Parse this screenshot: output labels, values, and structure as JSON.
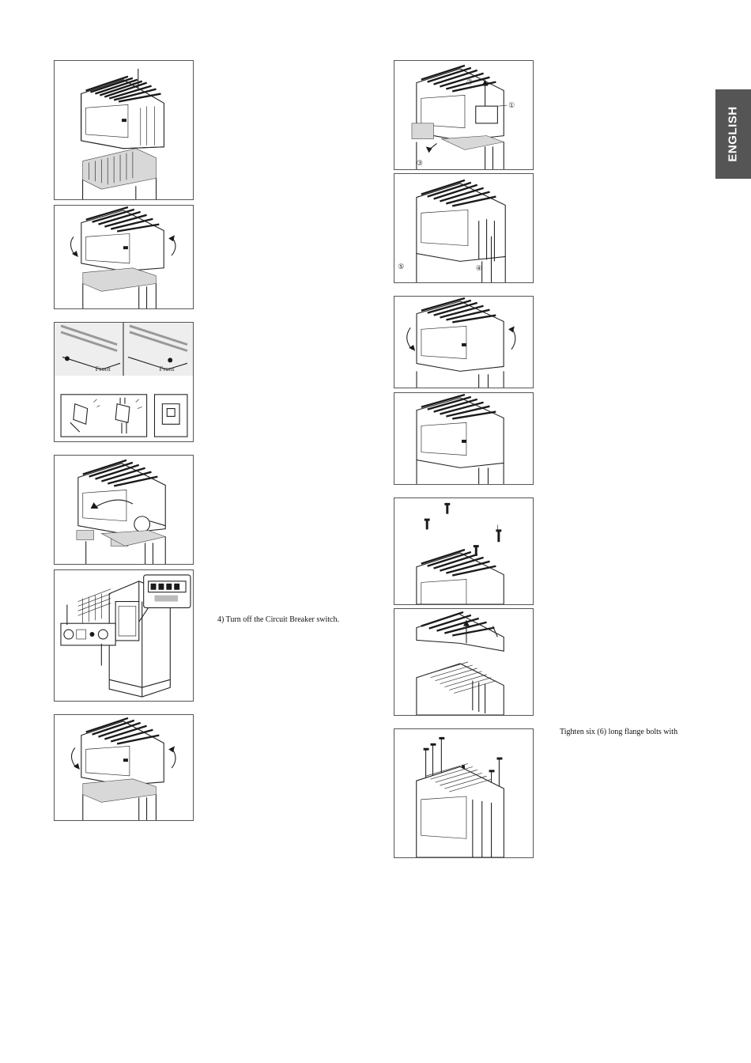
{
  "side_tab": {
    "label": "ENGLISH",
    "color": "#555555"
  },
  "captions": {
    "circuit_breaker": "4) Turn off the Circuit Breaker switch.",
    "flange_bolts": "Tighten six (6) long flange bolts with"
  },
  "figure_labels": {
    "front_left": "Front",
    "front_right": "Front",
    "callout_1": "①",
    "callout_2": "②",
    "callout_3": "③",
    "callout_4": "④",
    "callout_5": "⑤"
  }
}
